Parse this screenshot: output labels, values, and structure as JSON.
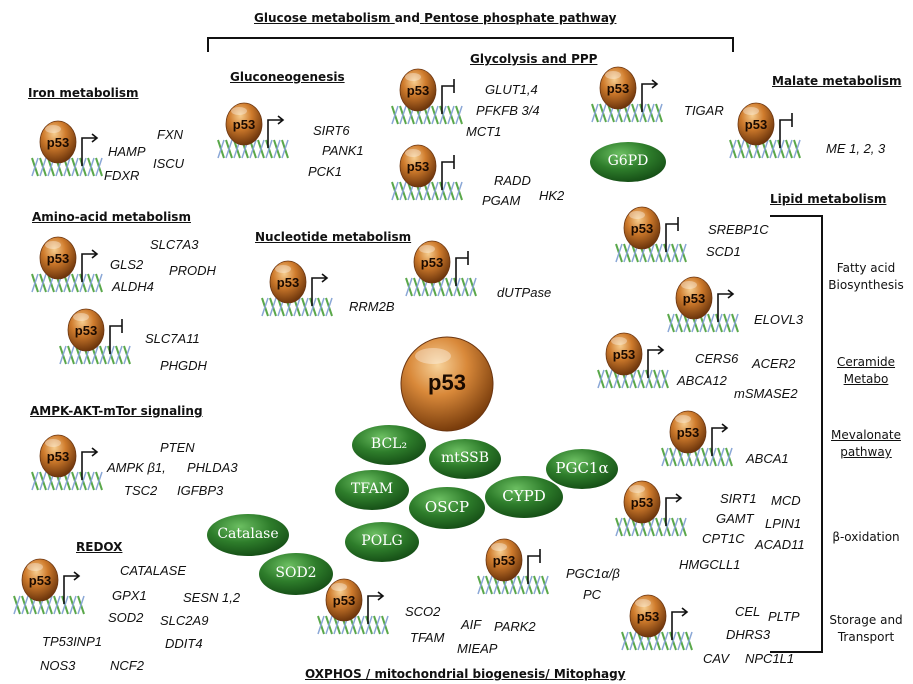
{
  "headers": {
    "glucose_metabolism": "Glucose metabolism",
    "and": "and",
    "pentose_phosphate_pathway": "Pentose phosphate pathway",
    "glycolysis_ppp": "Glycolysis and PPP",
    "gluconeogenesis": "Gluconeogenesis",
    "iron_metabolism": "Iron metabolism",
    "malate_metabolism": "Malate metabolism",
    "lipid_metabolism": "Lipid metabolism",
    "amino_acid_metabolism": "Amino-acid metabolism",
    "nucleotide_metabolism": "Nucleotide metabolism",
    "ampk_signaling": "AMPK-AKT-mTor signaling",
    "redox": "REDOX",
    "oxphos": "OXPHOS / mitochondrial biogenesis/ Mitophagy"
  },
  "lipid_sections": {
    "fatty_acid": [
      "Fatty acid",
      "Biosynthesis"
    ],
    "ceramide": [
      "Ceramide",
      "Metabo"
    ],
    "mevalonate": [
      "Mevalonate",
      "pathway"
    ],
    "beta_oxidation": "β-oxidation",
    "storage": [
      "Storage and",
      "Transport"
    ]
  },
  "center_label": "p53",
  "p53_label": "p53",
  "green_proteins": {
    "g6pd": "G6PD",
    "bcl2": "BCL₂",
    "mtssb": "mtSSB",
    "pgc1a": "PGC1α",
    "tfam": "TFAM",
    "oscp": "OSCP",
    "cypd": "CYPD",
    "polg": "POLG",
    "catalase": "Catalase",
    "sod2": "SOD2"
  },
  "genes": {
    "iron": {
      "fxn": "FXN",
      "hamp": "HAMP",
      "iscu": "ISCU",
      "fdxr": "FDXR"
    },
    "gluconeo": {
      "sirt6": "SIRT6",
      "pank1": "PANK1",
      "pck1": "PCK1"
    },
    "glycolysis": {
      "glut": "GLUT1,4",
      "pfkfb": "PFKFB 3/4",
      "mct1": "MCT1",
      "radd": "RADD",
      "pgam": "PGAM",
      "hk2": "HK2",
      "tigar": "TIGAR"
    },
    "malate": {
      "me": "ME 1, 2, 3"
    },
    "amino": {
      "slc7a3": "SLC7A3",
      "gls2": "GLS2",
      "prodh": "PRODH",
      "aldh4": "ALDH4",
      "slc7a11": "SLC7A11",
      "phgdh": "PHGDH"
    },
    "nucleotide": {
      "rrm2b": "RRM2B",
      "dutpase": "dUTPase"
    },
    "ampk": {
      "pten": "PTEN",
      "ampk": "AMPK β1,",
      "phlda3": "PHLDA3",
      "tsc2": "TSC2",
      "igfbp3": "IGFBP3"
    },
    "redox": {
      "catalase": "CATALASE",
      "gpx1": "GPX1",
      "sesn": "SESN 1,2",
      "sod2": "SOD2",
      "slc2a9": "SLC2A9",
      "tp53inp1": "TP53INP1",
      "ddit4": "DDIT4",
      "nos3": "NOS3",
      "ncf2": "NCF2"
    },
    "oxphos": {
      "sco2": "SCO2",
      "aif": "AIF",
      "park2": "PARK2",
      "tfam": "TFAM",
      "mieap": "MIEAP",
      "pgc1ab": "PGC1α/β",
      "pc": "PC"
    },
    "lipid": {
      "srebp1c": "SREBP1C",
      "scd1": "SCD1",
      "elovl3": "ELOVL3",
      "cers6": "CERS6",
      "acer2": "ACER2",
      "abca12": "ABCA12",
      "msmase2": "mSMASE2",
      "abca1": "ABCA1",
      "sirt1": "SIRT1",
      "mcd": "MCD",
      "gamt": "GAMT",
      "lpin1": "LPIN1",
      "cpt1c": "CPT1C",
      "acad11": "ACAD11",
      "hmgcll1": "HMGCLL1",
      "cel": "CEL",
      "pltp": "PLTP",
      "dhrs3": "DHRS3",
      "cav": "CAV",
      "npc1l1": "NPC1L1"
    }
  },
  "colors": {
    "p53_light": "#f4c27e",
    "p53_mid": "#c8732a",
    "p53_dark": "#7a3d0c",
    "green_light": "#5fb35a",
    "green_mid": "#2f7f2c",
    "green_dark": "#134a14",
    "dna_green": "#5aa84a",
    "dna_blue": "#8aa7d6"
  }
}
